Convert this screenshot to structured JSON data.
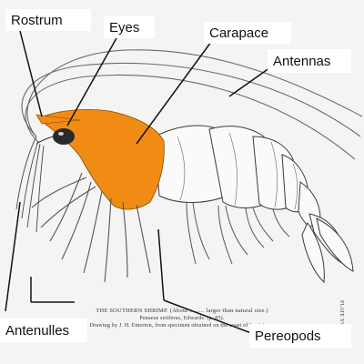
{
  "labels": {
    "rostrum": "Rostrum",
    "eyes": "Eyes",
    "carapace": "Carapace",
    "antennas": "Antennas",
    "antenulles": "Antenulles",
    "pereopods": "Pereopods"
  },
  "plate": {
    "caption_title": "THE SOUTHERN SHRIMP.",
    "caption_note": "(About ......... larger than natural size.)",
    "species_line": "Penaeus setiferus, Edwards. (p. 85).",
    "credit_line": "Drawing by J. H. Emerton, from specimen obtained on the coast of Louisiana.",
    "plate_number": "PLATE XVI."
  },
  "colors": {
    "carapace_fill": "#f08c14",
    "line": "#3a3a3a",
    "background": "#f4f4f2",
    "label_background": "#ffffff"
  }
}
